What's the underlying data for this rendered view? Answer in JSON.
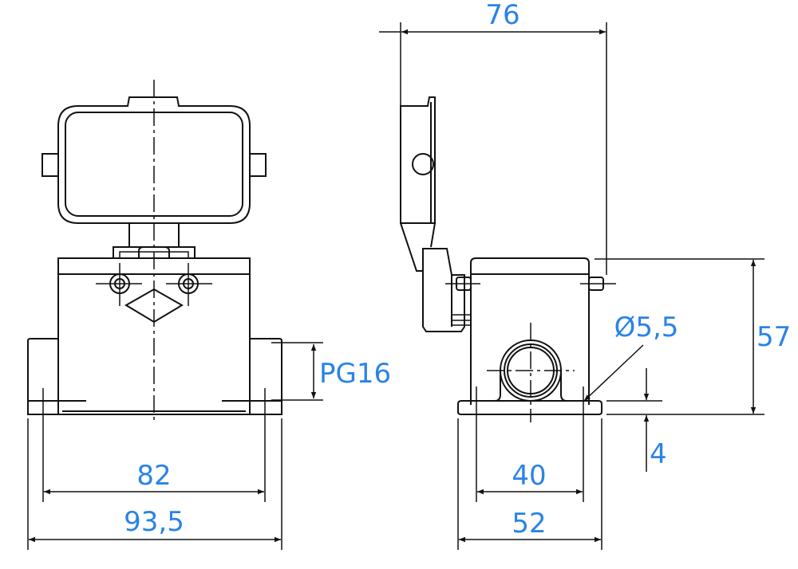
{
  "dimensions": {
    "height_76": "76",
    "width_82": "82",
    "width_93_5": "93,5",
    "thread_pg16": "PG16",
    "hole_dia": "Ø5,5",
    "height_57": "57",
    "base_4": "4",
    "width_40": "40",
    "width_52": "52"
  },
  "colors": {
    "dimension_text": "#2a83e6",
    "outline": "#111111"
  }
}
